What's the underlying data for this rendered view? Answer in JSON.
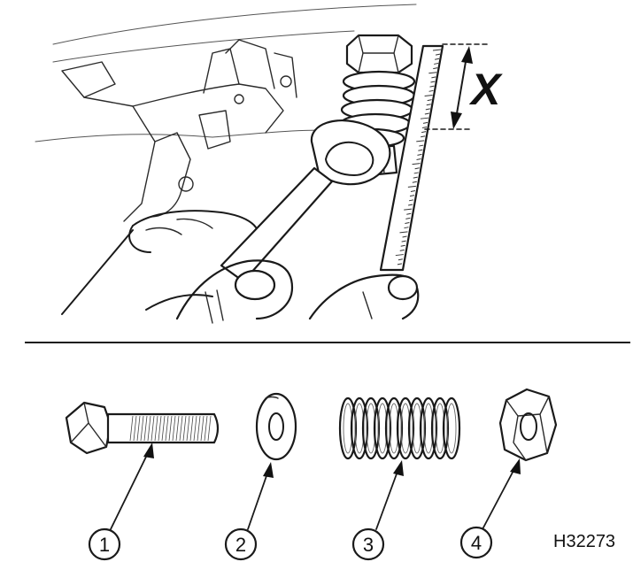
{
  "dimension": {
    "label": "X"
  },
  "parts": [
    {
      "number": "1",
      "icon": "bolt-icon"
    },
    {
      "number": "2",
      "icon": "washer-icon"
    },
    {
      "number": "3",
      "icon": "spring-icon"
    },
    {
      "number": "4",
      "icon": "hex-nut-icon"
    }
  ],
  "figure_code": "H32273",
  "colors": {
    "ink": "#1a1a1a",
    "background": "#ffffff"
  }
}
